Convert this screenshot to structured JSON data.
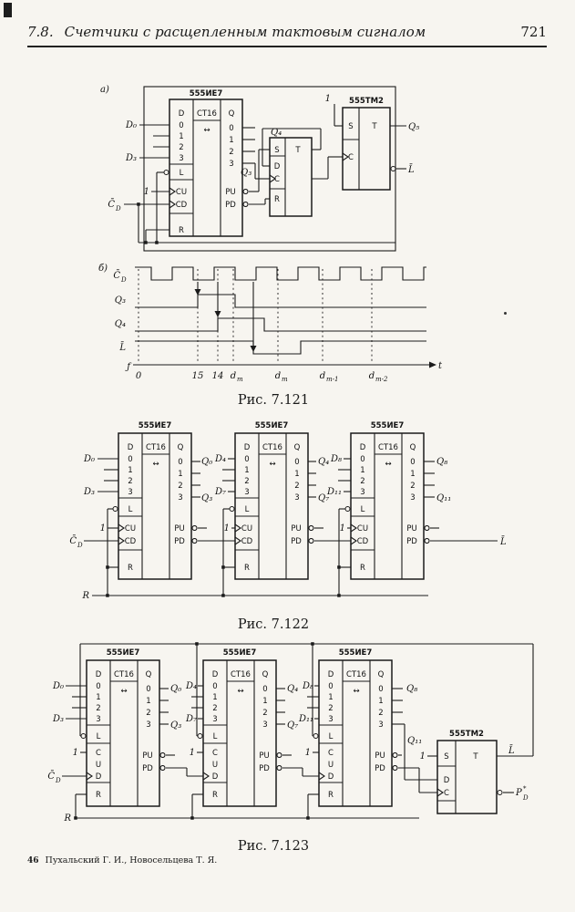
{
  "page": {
    "section": "7.8.",
    "title": "Счетчики с расщепленным тактовым сигналом",
    "number": "721",
    "footer_num": "46",
    "footer_authors": "Пухальский Г. И., Новосельцева Т. Я."
  },
  "ie7": {
    "title": "555ИЕ7",
    "func": "CT16",
    "dir": "↔",
    "d": "D",
    "rows": [
      "0",
      "1",
      "2",
      "3"
    ],
    "l": "L",
    "cu": "CU",
    "cd": "CD",
    "r": "R",
    "q": "Q",
    "pu": "PU",
    "pd": "PD",
    "c": "C",
    "u": "U",
    "dn": "D"
  },
  "tm2": {
    "title": "555ТМ2",
    "t": "T",
    "s": "S",
    "d": "D",
    "c": "C",
    "r": "R"
  },
  "fig121": {
    "tag_a": "а)",
    "tag_b": "б)",
    "caption": "Рис. 7.121",
    "d0": "D₀",
    "d3": "D₃",
    "one": "1",
    "cd_main": "C̄",
    "cd_sub": "D",
    "q3": "Q₃",
    "q4": "Q₄",
    "q5": "Q₅",
    "lbar": "L̄",
    "timing": {
      "cd_main": "C̄",
      "cd_sub": "D",
      "q3": "Q₃",
      "q4": "Q₄",
      "lbar": "L̄",
      "origin": "ƒ",
      "t": "t",
      "ticks": [
        {
          "m": "0",
          "s": ""
        },
        {
          "m": "15",
          "s": ""
        },
        {
          "m": "14",
          "s": ""
        },
        {
          "m": "d",
          "s": "m"
        },
        {
          "m": "d",
          "s": "m"
        },
        {
          "m": "d",
          "s": "m-1"
        },
        {
          "m": "d",
          "s": "m-2"
        }
      ]
    }
  },
  "fig122": {
    "caption": "Рис. 7.122",
    "d0": "D₀",
    "d3": "D₃",
    "d4": "D₄",
    "d7": "D₇",
    "d8": "D₈",
    "d11": "D₁₁",
    "q0": "Q₀",
    "q3": "Q₃",
    "q4": "Q₄",
    "q7": "Q₇",
    "q8": "Q₈",
    "q11": "Q₁₁",
    "one": "1",
    "r": "R",
    "cd_main": "C̄",
    "cd_sub": "D",
    "lbar": "L̄"
  },
  "fig123": {
    "caption": "Рис. 7.123",
    "d0": "D₀",
    "d3": "D₃",
    "d4": "D₄",
    "d7": "D₇",
    "d8": "D₈",
    "d11": "D₁₁",
    "q0": "Q₀",
    "q3": "Q₃",
    "q4": "Q₄",
    "q7": "Q₇",
    "q8": "Q₈",
    "q11": "Q₁₁",
    "one": "1",
    "r": "R",
    "cd_main": "C̄",
    "cd_sub": "D",
    "lbar": "L̄",
    "p_main": "P",
    "p_sup": "*",
    "p_sub": "D"
  }
}
